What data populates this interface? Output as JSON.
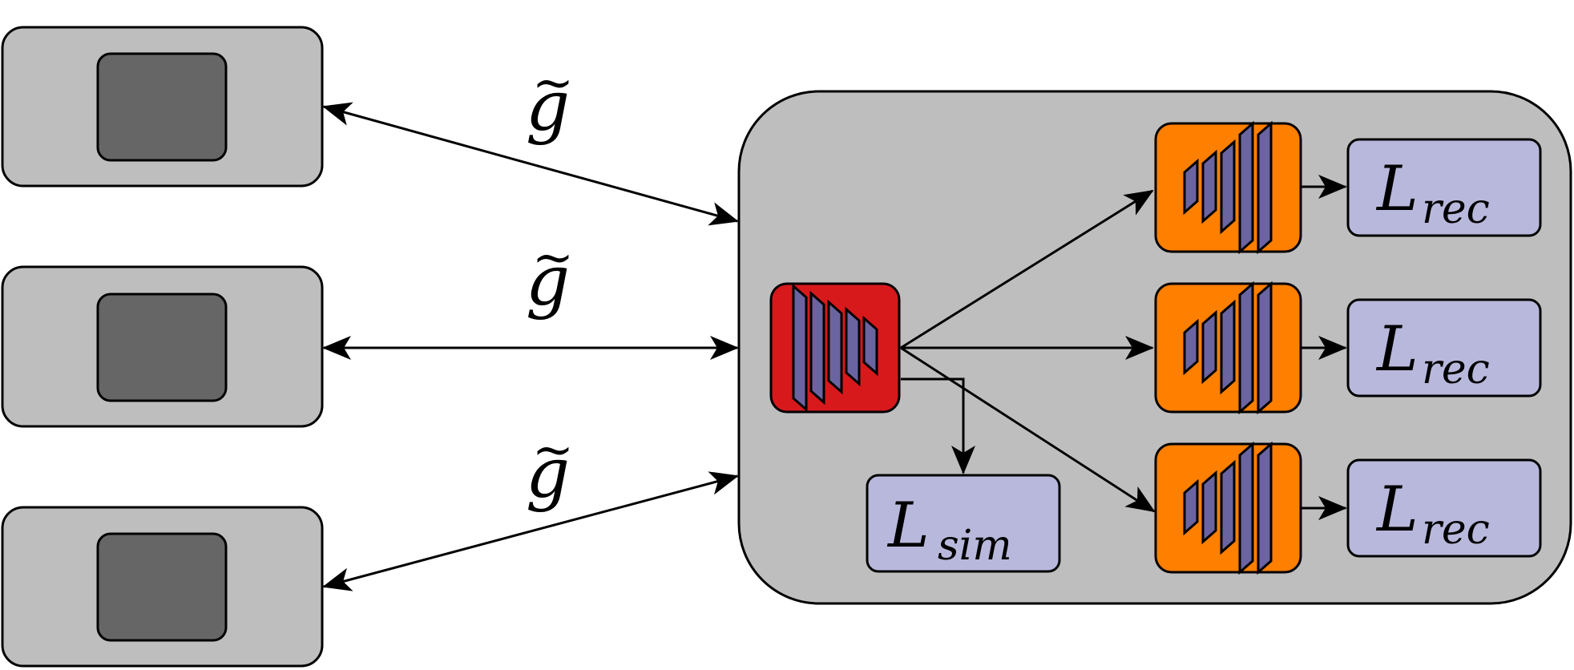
{
  "colors": {
    "client_box": "#bebebe",
    "client_screen": "#666666",
    "server_box": "#bebebe",
    "encoder": "#d7191c",
    "decoder": "#ff7f00",
    "layer": "#6a64a0",
    "loss_box": "#b8b8dc",
    "stroke": "#000000"
  },
  "icons": {
    "client": "client-device-icon",
    "encoder": "encoder-network-icon",
    "decoder": "decoder-network-icon"
  },
  "edges": {
    "gradient_symbol": "g",
    "gradient_tilde": "~"
  },
  "losses": {
    "rec_main": "L",
    "rec_sub": "rec",
    "sim_main": "L",
    "sim_sub": "sim"
  }
}
